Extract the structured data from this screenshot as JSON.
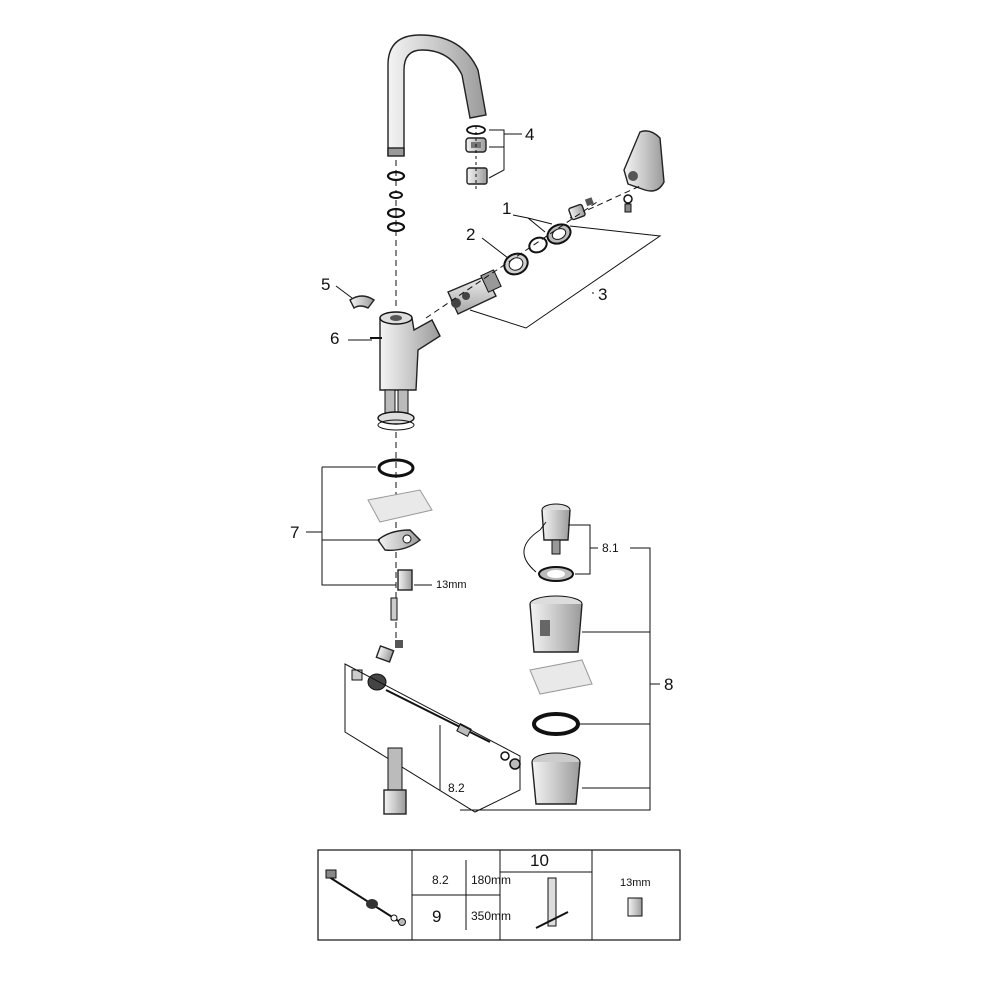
{
  "callouts": {
    "c1": "1",
    "c2": "2",
    "c3": "3",
    "c4": "4",
    "c5": "5",
    "c6": "6",
    "c7": "7",
    "c8": "8",
    "c8_1": "8.1",
    "c8_2": "8.2",
    "wrench": "13mm"
  },
  "table": {
    "r1_code": "8.2",
    "r1_len": "180mm",
    "r2_code": "9",
    "r2_len": "350mm",
    "tool_code": "10",
    "wrench": "13mm"
  },
  "colors": {
    "line": "#111111",
    "gray_light": "#e6e6e6",
    "gray_mid": "#bdbdbd",
    "gray_dark": "#8a8a8a"
  }
}
